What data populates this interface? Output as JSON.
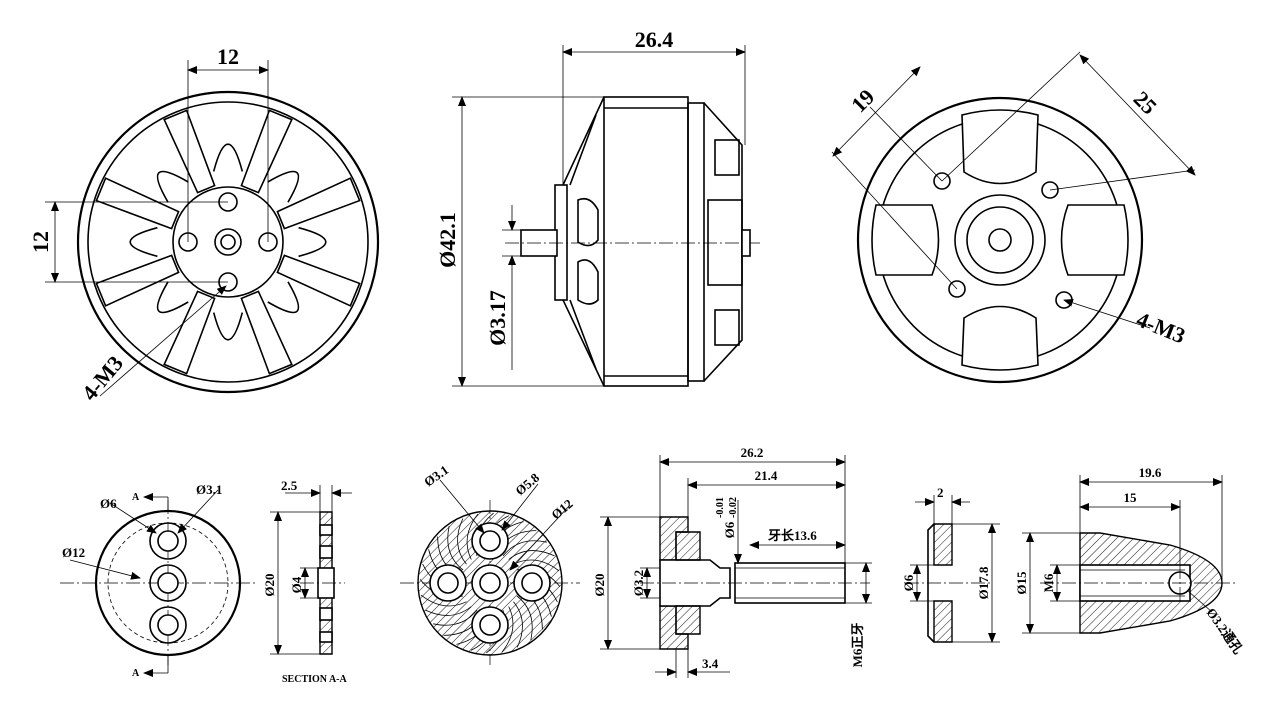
{
  "motor_top": {
    "front_view": {
      "dim_width": "12",
      "dim_height": "12",
      "thread_note": "4-M3"
    },
    "side_view": {
      "dim_length": "26.4",
      "dim_dia": "Ø42.1",
      "dim_shaft": "Ø3.17"
    },
    "rear_view": {
      "dim_a": "19",
      "dim_b": "25",
      "thread_note": "4-M3"
    }
  },
  "parts_bottom": {
    "mount_plate": {
      "d_hole": "Ø6",
      "d_hole2": "Ø3.1",
      "d_pcd": "Ø12",
      "section_mark": "A"
    },
    "section": {
      "dim_thick": "2.5",
      "dim_dia": "Ø20",
      "dim_bore": "Ø4",
      "caption": "SECTION A-A"
    },
    "prop_hub": {
      "d_hole": "Ø3.1",
      "d_hole2": "Ø5.8",
      "d_pcd": "Ø12"
    },
    "prop_adapter": {
      "dim_total": "26.2",
      "dim_shaft_len": "21.4",
      "dim_shaft_dia": "Ø6",
      "tol_upper": "-0.01",
      "tol_lower": "-0.02",
      "thread_len": "牙长13.6",
      "dim_flange": "Ø20",
      "dim_bore": "Ø3.2",
      "thread_spec": "M6正牙",
      "dim_flange_thk": "3.4"
    },
    "washer": {
      "dim_thick": "2",
      "dim_inner": "Ø6",
      "dim_outer": "Ø17.8"
    },
    "spinner_nut": {
      "dim_total": "19.6",
      "dim_inner": "15",
      "dim_dia": "Ø15",
      "thread": "M6",
      "cross_hole": "Ø3.2通孔"
    }
  }
}
